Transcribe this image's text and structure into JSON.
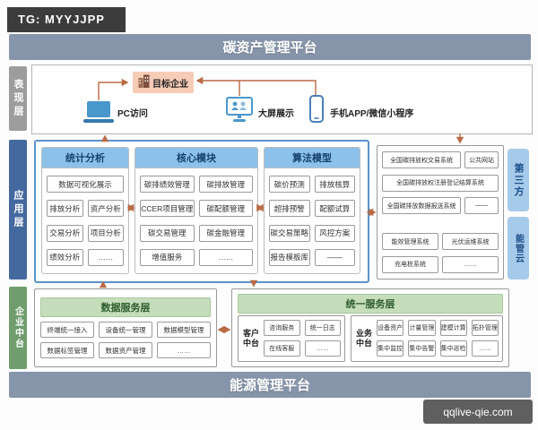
{
  "banner": {
    "text": "TG: MYYJJPP"
  },
  "top_bar": {
    "title": "碳资产管理平台"
  },
  "bottom_bar": {
    "title": "能源管理平台"
  },
  "watermark": {
    "text": "qqlive-qie.com"
  },
  "presentation": {
    "tab": "表现层",
    "target": "目标企业",
    "channels": [
      {
        "label": "PC访问",
        "icon": "laptop-icon"
      },
      {
        "label": "大屏展示",
        "icon": "display-icon"
      },
      {
        "label": "手机APP/微信小程序",
        "icon": "phone-icon"
      }
    ]
  },
  "application": {
    "tab": "应用层",
    "columns": [
      {
        "title": "统计分析",
        "wide_item": "数据可视化展示",
        "items": [
          "排放分析",
          "资产分析",
          "交易分析",
          "项目分析",
          "绩效分析",
          "……"
        ]
      },
      {
        "title": "核心模块",
        "items": [
          "碳排绩效管理",
          "碳排放管理",
          "CCER项目管理",
          "碳配额管理",
          "碳交易管理",
          "碳金融管理",
          "增值服务",
          "……"
        ]
      },
      {
        "title": "算法模型",
        "items": [
          "碳价预测",
          "排放核算",
          "超排预警",
          "配额试算",
          "碳交易策略",
          "风控方案",
          "报告模板库",
          "——"
        ]
      }
    ]
  },
  "external": {
    "third_party_tab": "第三方",
    "cloud_tab": "能管云",
    "third_party_items": [
      "全国碳排放权交易系统",
      "公共网站",
      "全国碳排放权注册登记结算系统",
      "全国碳排放数据报送系统",
      "——"
    ],
    "cloud_items": [
      "能效管理系统",
      "光伏运维系统",
      "充电桩系统",
      "……"
    ]
  },
  "enterprise": {
    "tab": "企业中台",
    "data_service": {
      "title": "数据服务层",
      "items": [
        "终端统一接入",
        "设备统一管理",
        "数据模型管理",
        "数据标签管理",
        "数据资产管理",
        "……"
      ]
    },
    "unified_service": {
      "title": "统一服务层",
      "customer": {
        "label": "客户中台",
        "items": [
          "咨询服务",
          "统一日志",
          "在线客服",
          "……"
        ]
      },
      "business": {
        "label": "业务中台",
        "items": [
          "设备资产",
          "计量管理",
          "建模计算",
          "拓扑管理",
          "集中监控",
          "集中告警",
          "集中巡检",
          "……"
        ]
      }
    }
  },
  "colors": {
    "bar": "#8695aa",
    "accent_blue": "#8cc2e9",
    "accent_green": "#c5ddba",
    "side_tab": "#a6cae9",
    "arrow": "#b96a45"
  }
}
